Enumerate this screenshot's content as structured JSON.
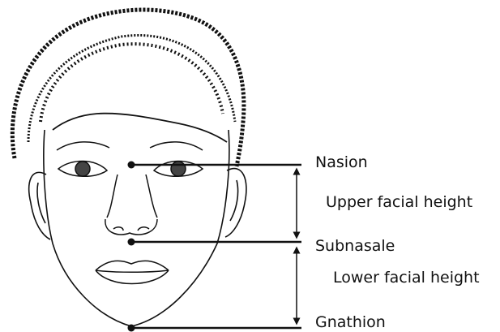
{
  "diagram": {
    "landmarks": [
      {
        "id": "nasion",
        "label": "Nasion"
      },
      {
        "id": "subnasale",
        "label": "Subnasale"
      },
      {
        "id": "gnathion",
        "label": "Gnathion"
      }
    ],
    "measurements": [
      {
        "id": "upper",
        "label": "Upper facial height",
        "from": "nasion",
        "to": "subnasale"
      },
      {
        "id": "lower",
        "label": "Lower facial height",
        "from": "subnasale",
        "to": "gnathion"
      }
    ],
    "colors": {
      "ink": "#111111",
      "background": "#ffffff"
    }
  }
}
